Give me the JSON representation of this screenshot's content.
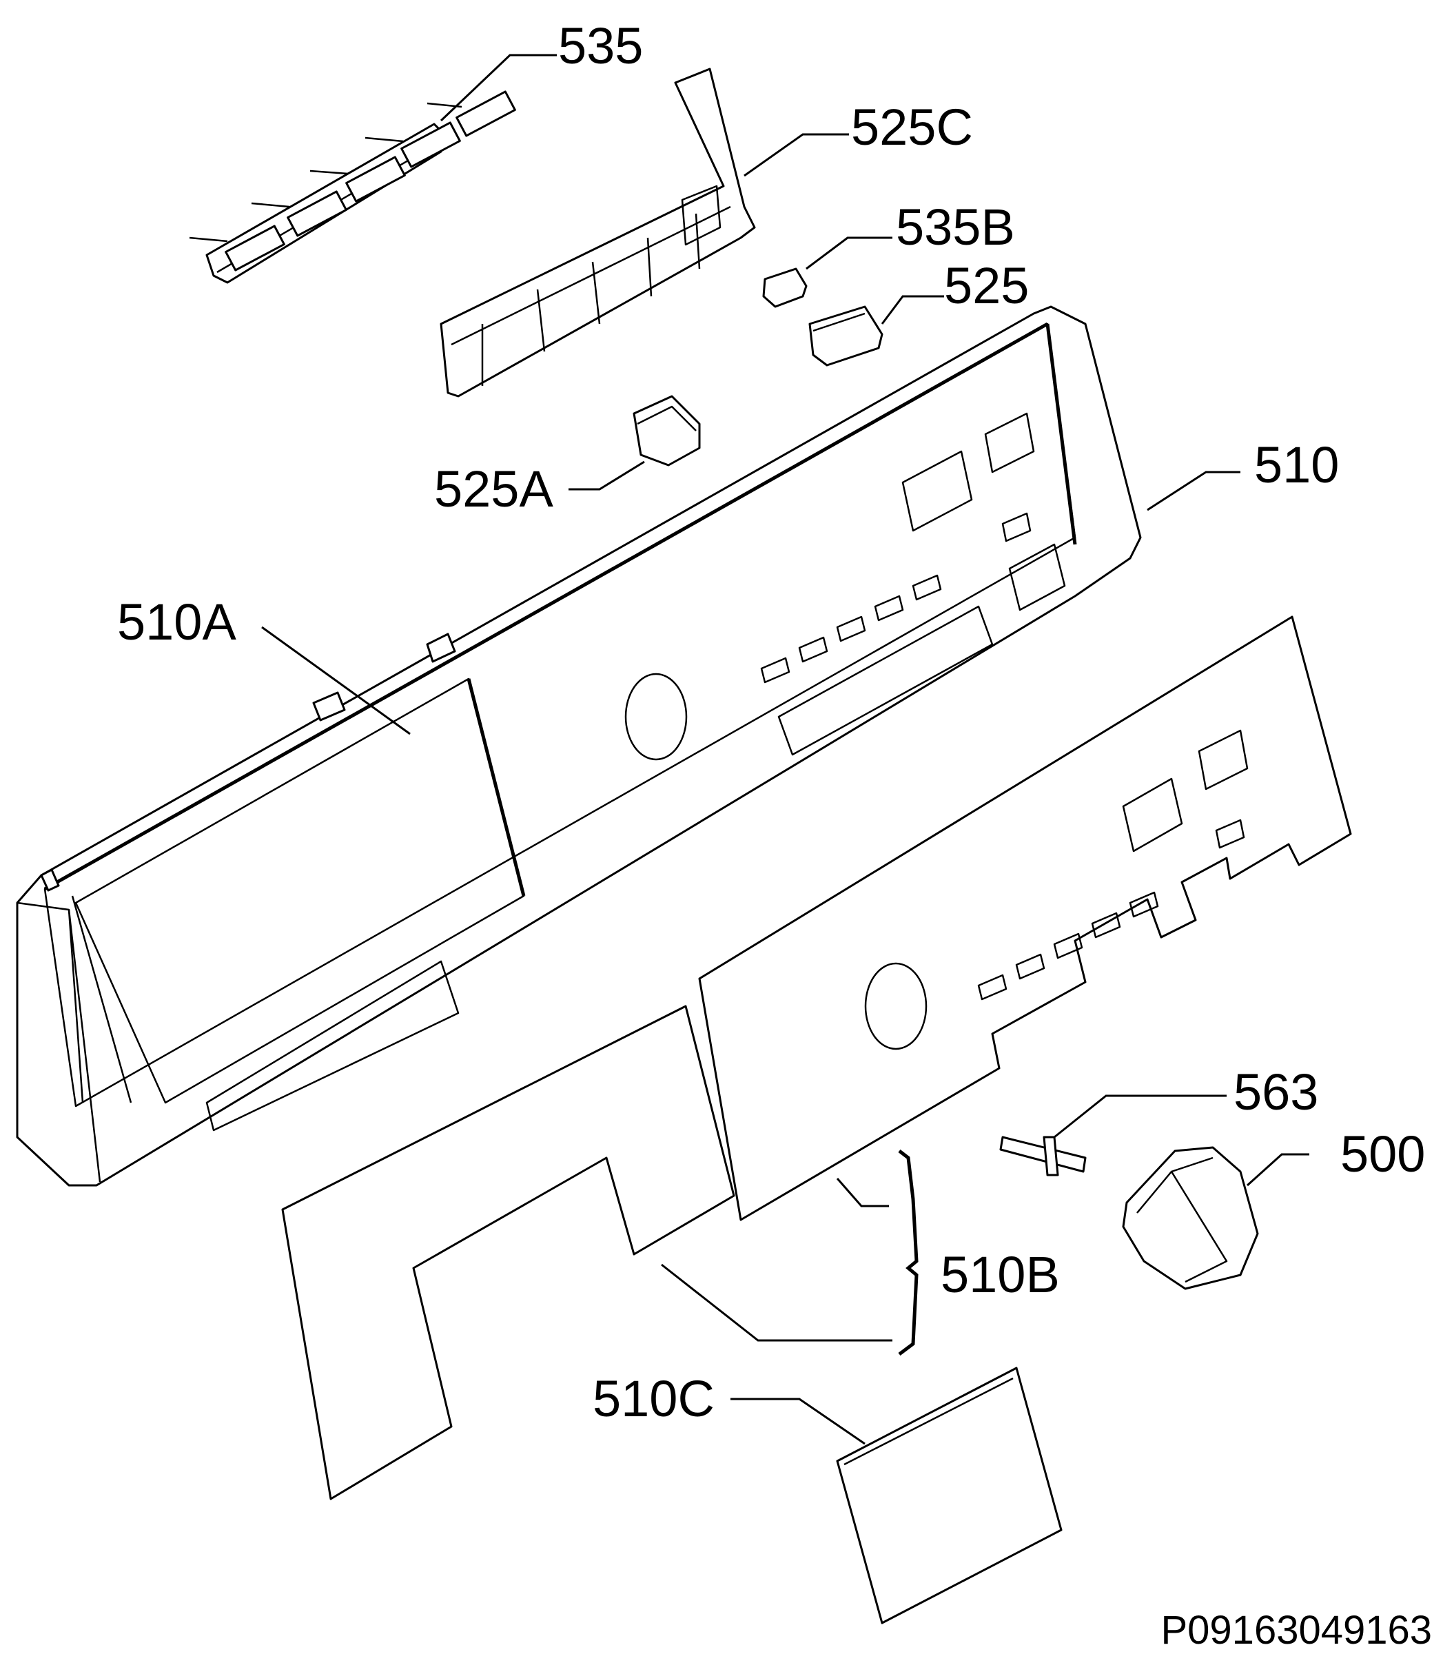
{
  "callouts": {
    "c535": "535",
    "c525C": "525C",
    "c535B": "535B",
    "c525": "525",
    "c525A": "525A",
    "c510": "510",
    "c510A": "510A",
    "c563": "563",
    "c500": "500",
    "c510B": "510B",
    "c510C": "510C"
  },
  "drawing_id": "P09163049163",
  "colors": {
    "line": "#000000",
    "background": "#ffffff"
  }
}
